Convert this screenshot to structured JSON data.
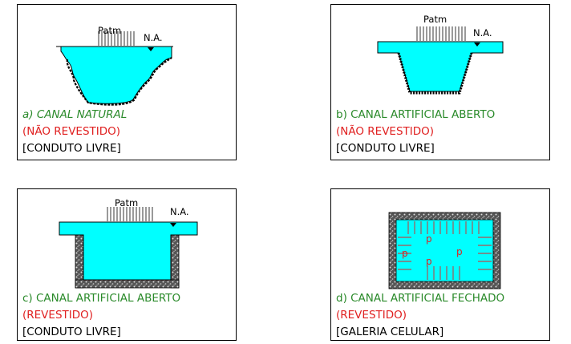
{
  "colors": {
    "water": "#00ffff",
    "green_caption": "#2a8a2a",
    "red_caption": "#e02020",
    "pressure_arrow": "#e02020",
    "wall": "#444444"
  },
  "panels": [
    {
      "patm": "Patm",
      "na": "N.A.",
      "line1": "a) CANAL NATURAL",
      "line2": "(NÃO REVESTIDO)",
      "line3": "[CONDUTO LIVRE]"
    },
    {
      "patm": "Patm",
      "na": "N.A.",
      "line1": "b) CANAL ARTIFICIAL ABERTO",
      "line2": "(NÃO REVESTIDO)",
      "line3": "[CONDUTO LIVRE]"
    },
    {
      "patm": "Patm",
      "na": "N.A.",
      "line1": "c) CANAL ARTIFICIAL ABERTO",
      "line2": "(REVESTIDO)",
      "line3": "[CONDUTO LIVRE]"
    },
    {
      "pressure_label": "p",
      "line1": "d) CANAL ARTIFICIAL FECHADO",
      "line2": "(REVESTIDO)",
      "line3": "[GALERIA CELULAR]"
    }
  ]
}
